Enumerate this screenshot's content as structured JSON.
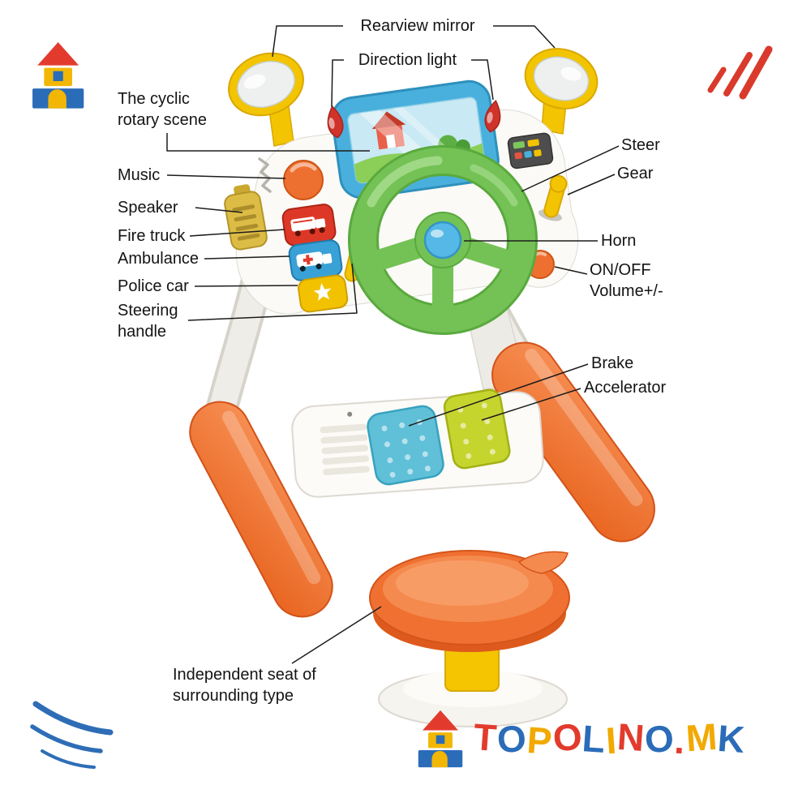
{
  "callouts": {
    "rearview_mirror": "Rearview mirror",
    "direction_light": "Direction light",
    "cyclic_rotary_scene": "The cyclic rotary scene",
    "music": "Music",
    "speaker": "Speaker",
    "fire_truck": "Fire truck",
    "ambulance": "Ambulance",
    "police_car": "Police car",
    "steering_handle": "Steering handle",
    "steer": "Steer",
    "gear": "Gear",
    "horn": "Horn",
    "on_off_volume": "ON/OFF Volume+/-",
    "brake": "Brake",
    "accelerator": "Accelerator",
    "independent_seat": "Independent seat of surrounding type"
  },
  "watermark": {
    "text": "TOPOLINO.MK",
    "letters": [
      {
        "ch": "T",
        "color": "#e23b2e"
      },
      {
        "ch": "O",
        "color": "#2b6cb8"
      },
      {
        "ch": "P",
        "color": "#f2a900"
      },
      {
        "ch": "O",
        "color": "#e23b2e"
      },
      {
        "ch": "L",
        "color": "#2b6cb8"
      },
      {
        "ch": "I",
        "color": "#f2a900"
      },
      {
        "ch": "N",
        "color": "#e23b2e"
      },
      {
        "ch": "O",
        "color": "#2b6cb8"
      },
      {
        "ch": ".",
        "color": "#e23b2e"
      },
      {
        "ch": "M",
        "color": "#f2a900"
      },
      {
        "ch": "K",
        "color": "#2b6cb8"
      }
    ]
  },
  "colors": {
    "toy_orange": "#ef7030",
    "wheel_green": "#74c255",
    "horn_blue": "#55b8e6",
    "accent_yellow": "#f3c402",
    "button_red": "#dd3827",
    "screen_blue": "#49b0dd",
    "scribble_red": "#d93a2b",
    "swoosh_blue": "#2e6db6"
  }
}
